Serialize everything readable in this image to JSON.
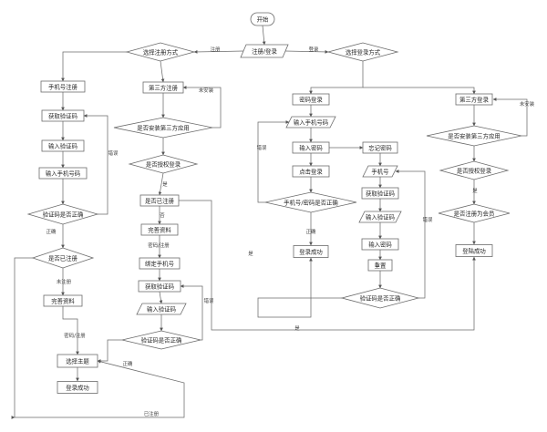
{
  "nodes": {
    "start": "开始",
    "register_or_login": "注册/登录",
    "choose_register": "选择注册方式",
    "choose_login": "选择登录方式",
    "reg_phone": "手机号注册",
    "reg_get_code": "获取验证码",
    "reg_input_code": "输入验证码",
    "reg_input_phone": "输入手机号码",
    "reg_code_ok": "验证码是否正确",
    "reg_is_registered": "是否已注册",
    "reg_complete_profile": "完善资料",
    "reg_choose_topic": "选择主题",
    "reg_login_success": "登录成功",
    "reg_third": "第三方注册",
    "reg_third_installed": "是否安装第三方应用",
    "reg_third_auth": "是否授权登录",
    "reg_third_registered": "是否已注册",
    "reg_third_profile": "完善资料",
    "reg_third_bind_phone": "绑定手机号",
    "reg_third_get_code": "获取验证码",
    "reg_third_input_code": "输入验证码",
    "reg_third_code_ok": "验证码是否正确",
    "login_password": "密码登录",
    "login_input_phone": "输入手机号码",
    "login_input_pwd": "输入密码",
    "login_click": "点击登录",
    "login_pwd_ok": "手机号/密码是否正确",
    "login_success": "登录成功",
    "login_forgot": "忘记密码",
    "forgot_phone": "手机号",
    "forgot_get_code": "获取验证码",
    "forgot_input_code": "输入验证码",
    "forgot_input_pwd": "输入密码",
    "forgot_reset": "重置",
    "forgot_code_ok": "验证码是否正确",
    "login_third": "第三方登录",
    "login_third_installed": "是否安装第三方应用",
    "login_third_auth": "是否授权登录",
    "login_third_member": "是否注册为会员",
    "login_third_success": "登陆成功"
  },
  "edge_labels": {
    "register": "注册",
    "login": "登录",
    "not_installed_left": "未安装",
    "not_installed_right": "未安装",
    "wrong_reg": "错误",
    "wrong_third": "错误",
    "wrong_login": "错误",
    "wrong_forgot": "错误",
    "correct_login": "正确",
    "correct_reg": "正确",
    "correct_third": "正确",
    "yes_third_auth": "是",
    "no_third_registered": "否",
    "yes_third_registered": "是",
    "fill_register": "密码/注册",
    "not_registered": "未注册",
    "fill_reg_profile": "密码/注册",
    "already_registered": "已注册",
    "yes_login_auth": "是",
    "yes_member": "是"
  }
}
